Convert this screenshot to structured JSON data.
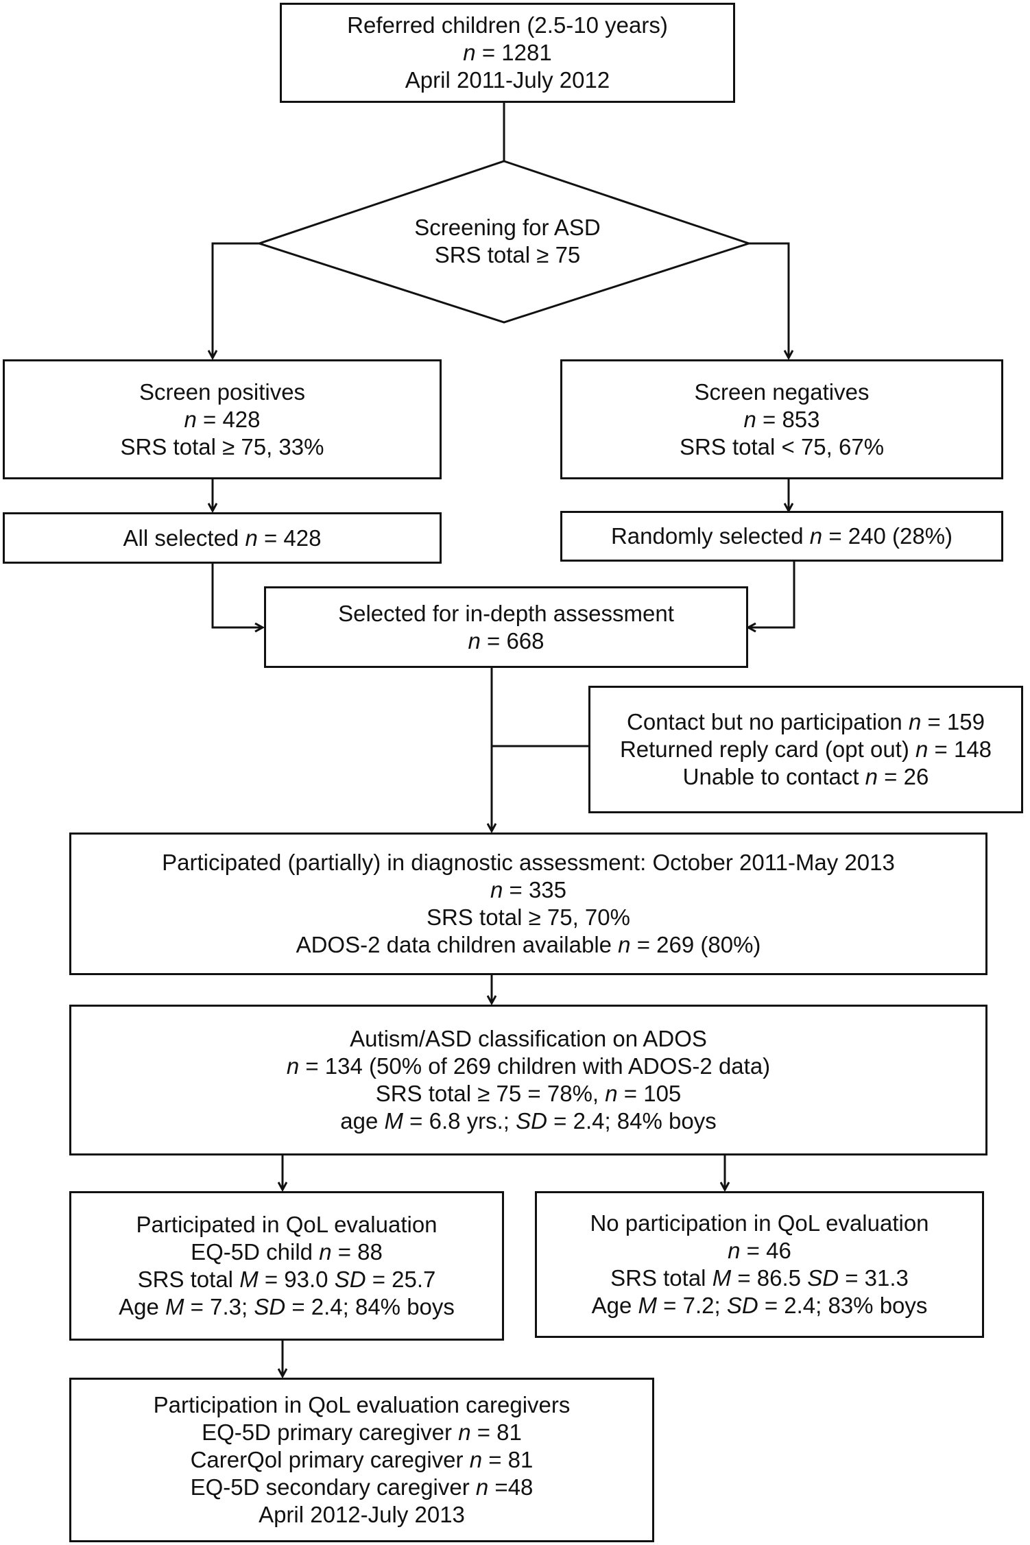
{
  "nodes": {
    "referred": {
      "lines": [
        [
          {
            "t": "Referred children (2.5-10 years)"
          }
        ],
        [
          {
            "t": "n",
            "i": true
          },
          {
            "t": " = 1281"
          }
        ],
        [
          {
            "t": "April 2011-July 2012"
          }
        ]
      ]
    },
    "screening": {
      "lines": [
        [
          {
            "t": "Screening for ASD"
          }
        ],
        [
          {
            "t": "SRS total ≥ 75"
          }
        ]
      ]
    },
    "screen_positives": {
      "lines": [
        [
          {
            "t": "Screen positives"
          }
        ],
        [
          {
            "t": "n",
            "i": true
          },
          {
            "t": " = 428"
          }
        ],
        [
          {
            "t": "SRS total ≥ 75, 33%"
          }
        ]
      ]
    },
    "screen_negatives": {
      "lines": [
        [
          {
            "t": "Screen negatives"
          }
        ],
        [
          {
            "t": "n",
            "i": true
          },
          {
            "t": " = 853"
          }
        ],
        [
          {
            "t": "SRS total < 75, 67%"
          }
        ]
      ]
    },
    "all_selected": {
      "lines": [
        [
          {
            "t": "All selected "
          },
          {
            "t": "n",
            "i": true
          },
          {
            "t": " = 428"
          }
        ]
      ]
    },
    "randomly_selected": {
      "lines": [
        [
          {
            "t": "Randomly selected "
          },
          {
            "t": "n",
            "i": true
          },
          {
            "t": " = 240 (28%)"
          }
        ]
      ]
    },
    "selected_indepth": {
      "lines": [
        [
          {
            "t": "Selected for in-depth assessment"
          }
        ],
        [
          {
            "t": "n",
            "i": true
          },
          {
            "t": " = 668"
          }
        ]
      ]
    },
    "no_participation": {
      "lines": [
        [
          {
            "t": "Contact but no participation "
          },
          {
            "t": "n",
            "i": true
          },
          {
            "t": " = 159"
          }
        ],
        [
          {
            "t": "Returned reply card (opt out) "
          },
          {
            "t": "n",
            "i": true
          },
          {
            "t": " = 148"
          }
        ],
        [
          {
            "t": "Unable to contact "
          },
          {
            "t": "n",
            "i": true
          },
          {
            "t": " = 26"
          }
        ]
      ]
    },
    "participated_diagnostic": {
      "lines": [
        [
          {
            "t": "Participated (partially) in diagnostic assessment: October 2011-May 2013"
          }
        ],
        [
          {
            "t": "n",
            "i": true
          },
          {
            "t": " = 335"
          }
        ],
        [
          {
            "t": "SRS total ≥ 75, 70%"
          }
        ],
        [
          {
            "t": "ADOS-2 data children available "
          },
          {
            "t": "n",
            "i": true
          },
          {
            "t": " = 269 (80%)"
          }
        ]
      ]
    },
    "autism_classification": {
      "lines": [
        [
          {
            "t": "Autism/ASD classification on ADOS"
          }
        ],
        [
          {
            "t": "n",
            "i": true
          },
          {
            "t": " = 134 (50% of 269 children with ADOS-2 data)"
          }
        ],
        [
          {
            "t": "SRS total ≥ 75 = 78%, "
          },
          {
            "t": "n",
            "i": true
          },
          {
            "t": " = 105"
          }
        ],
        [
          {
            "t": "age "
          },
          {
            "t": "M",
            "i": true
          },
          {
            "t": " = 6.8 yrs.; "
          },
          {
            "t": "SD",
            "i": true
          },
          {
            "t": " = 2.4; 84% boys"
          }
        ]
      ]
    },
    "qol_participated": {
      "lines": [
        [
          {
            "t": "Participated in QoL evaluation"
          }
        ],
        [
          {
            "t": "EQ-5D child "
          },
          {
            "t": "n",
            "i": true
          },
          {
            "t": " = 88"
          }
        ],
        [
          {
            "t": "SRS total "
          },
          {
            "t": "M",
            "i": true
          },
          {
            "t": " = 93.0 "
          },
          {
            "t": "SD",
            "i": true
          },
          {
            "t": " = 25.7"
          }
        ],
        [
          {
            "t": "Age "
          },
          {
            "t": "M",
            "i": true
          },
          {
            "t": " = 7.3; "
          },
          {
            "t": "SD",
            "i": true
          },
          {
            "t": " = 2.4; 84% boys"
          }
        ]
      ]
    },
    "qol_no_participation": {
      "lines": [
        [
          {
            "t": "No participation in QoL evaluation"
          }
        ],
        [
          {
            "t": "n",
            "i": true
          },
          {
            "t": " = 46"
          }
        ],
        [
          {
            "t": "SRS total "
          },
          {
            "t": "M",
            "i": true
          },
          {
            "t": " = 86.5 "
          },
          {
            "t": "SD",
            "i": true
          },
          {
            "t": " = 31.3"
          }
        ],
        [
          {
            "t": "Age "
          },
          {
            "t": "M",
            "i": true
          },
          {
            "t": " = 7.2; "
          },
          {
            "t": "SD",
            "i": true
          },
          {
            "t": " = 2.4; 83% boys"
          }
        ]
      ]
    },
    "qol_caregivers": {
      "lines": [
        [
          {
            "t": "Participation in QoL evaluation caregivers"
          }
        ],
        [
          {
            "t": "EQ-5D primary caregiver "
          },
          {
            "t": "n",
            "i": true
          },
          {
            "t": " = 81"
          }
        ],
        [
          {
            "t": "CarerQol primary caregiver  "
          },
          {
            "t": "n",
            "i": true
          },
          {
            "t": " = 81"
          }
        ],
        [
          {
            "t": "EQ-5D secondary caregiver "
          },
          {
            "t": "n",
            "i": true
          },
          {
            "t": " =48"
          }
        ],
        [
          {
            "t": "April 2012-July 2013"
          }
        ]
      ]
    }
  }
}
